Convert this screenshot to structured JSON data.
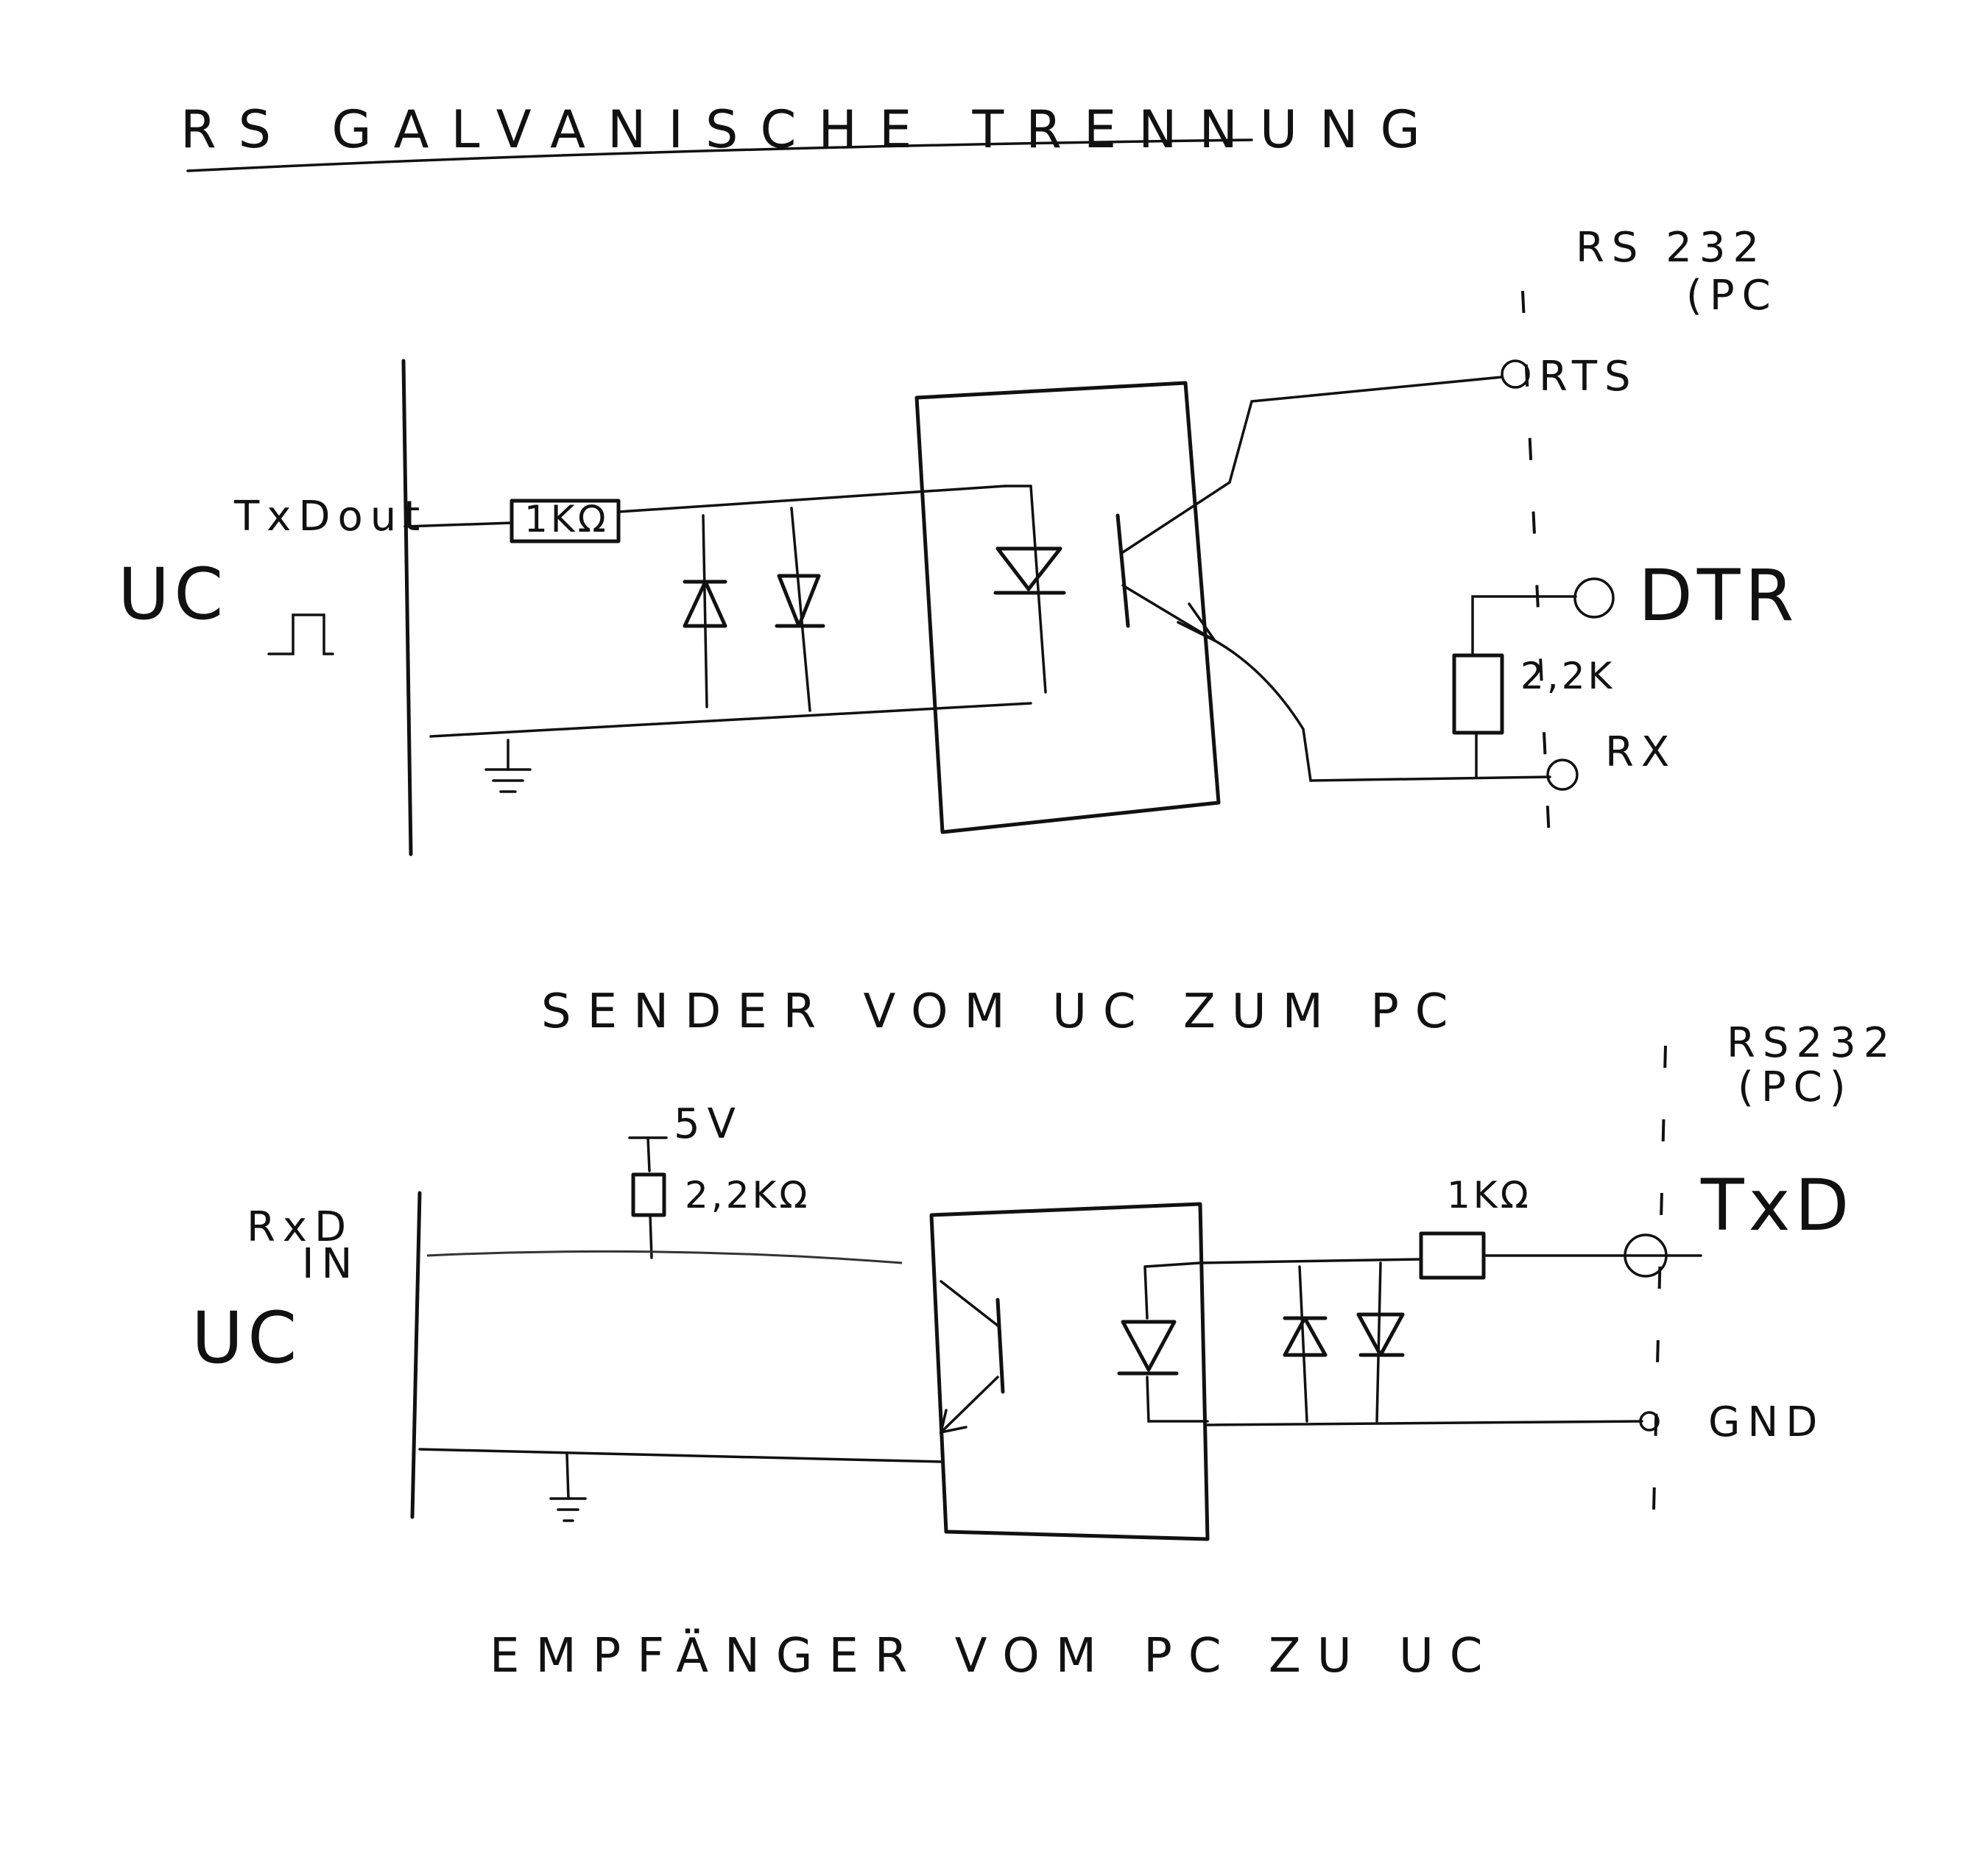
{
  "title": "RS GALVANISCHE TRENNUNG",
  "top_circuit": {
    "side_label": "UC",
    "signal_label": "TxDout",
    "resistor_label": "1KΩ",
    "connector_label_line1": "RS 232",
    "connector_label_line2": "(PC",
    "pin_rts": "RTS",
    "pin_dtr": "DTR",
    "pin_rx": "RX",
    "resistor2_label": "2,2K",
    "caption": "SENDER VOM UC ZUM PC"
  },
  "bottom_circuit": {
    "side_label": "UC",
    "signal_label_line1": "RxD",
    "signal_label_line2": "IN",
    "supply_label": "5V",
    "pullup_label": "2,2KΩ",
    "resistor_label": "1KΩ",
    "connector_label_line1": "RS232",
    "connector_label_line2": "(PC)",
    "pin_txd": "TxD",
    "pin_gnd": "GND",
    "caption": "EMPFÄNGER VOM PC ZU UC"
  }
}
